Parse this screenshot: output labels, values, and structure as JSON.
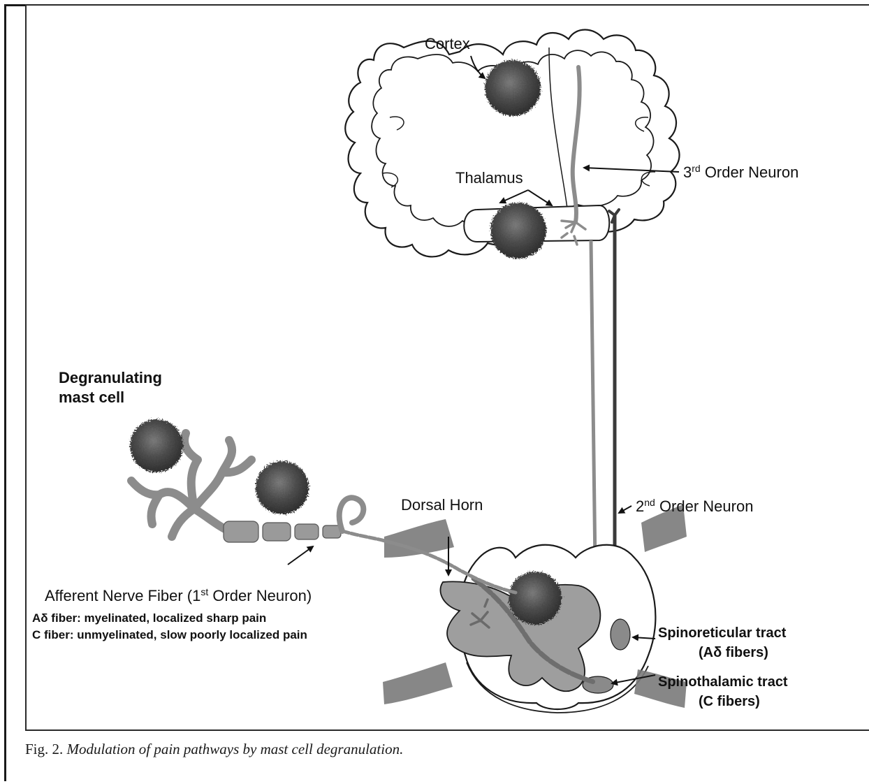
{
  "labels": {
    "cortex": "Cortex",
    "thalamus": "Thalamus",
    "third_order_neuron": {
      "base": "3",
      "sup": "rd",
      "text": " Order Neuron"
    },
    "degranulating_line1": "Degranulating",
    "degranulating_line2": "mast cell",
    "dorsal_horn": "Dorsal Horn",
    "second_order_neuron": {
      "base": "2",
      "sup": "nd",
      "text": " Order Neuron"
    },
    "afferent_fiber": {
      "pre": "Afferent Nerve Fiber (1",
      "sup": "st",
      "post": " Order Neuron)"
    },
    "a_delta_fiber": "Aδ fiber: myelinated, localized sharp pain",
    "c_fiber": "C fiber: unmyelinated, slow poorly localized pain",
    "spinoreticular_line1": "Spinoreticular tract",
    "spinoreticular_line2": "(Aδ fibers)",
    "spinothalamic_line1": "Spinothalamic tract",
    "spinothalamic_line2": "(C fibers)"
  },
  "caption": {
    "prefix": "Fig. 2.",
    "title": "Modulation of pain pathways by mast cell degranulation."
  },
  "colors": {
    "mast_cell": "#4a4a4a",
    "grey_matter": "#9a9a9a",
    "neuron_grey": "#8c8c8c",
    "outline": "#1a1a1a"
  }
}
